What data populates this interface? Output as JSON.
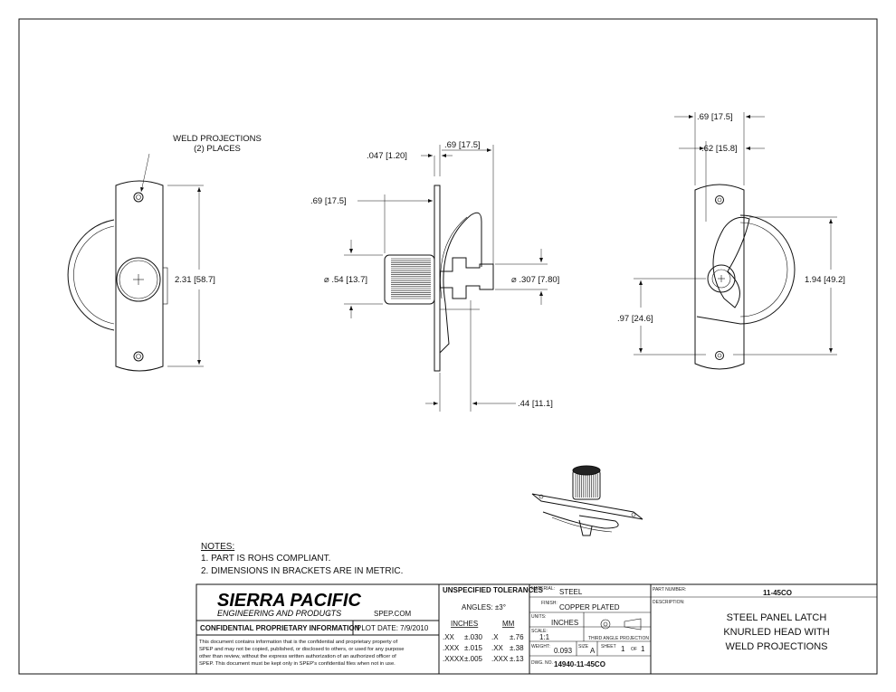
{
  "views": {
    "front": {
      "weld_label_line1": "WELD PROJECTIONS",
      "weld_label_line2": "(2) PLACES",
      "height_dim": "2.31",
      "height_dim_mm": "58.7"
    },
    "side": {
      "flange_thk": ".047",
      "flange_thk_mm": "1.20",
      "top_offset": ".69",
      "top_offset_mm": "17.5",
      "head_len": ".69",
      "head_len_mm": "17.5",
      "head_dia": ".54",
      "head_dia_mm": "13.7",
      "shaft_dia": ".307",
      "shaft_dia_mm": "7.80",
      "shaft_len": ".44",
      "shaft_len_mm": "11.1"
    },
    "rear": {
      "width_outer": ".69",
      "width_outer_mm": "17.5",
      "width_inner": ".62",
      "width_inner_mm": "15.8",
      "height": "1.94",
      "height_mm": "49.2",
      "center_height": ".97",
      "center_height_mm": "24.6"
    }
  },
  "notes": {
    "title": "NOTES:",
    "items": [
      "1.  PART IS ROHS COMPLIANT.",
      "2.  DIMENSIONS IN BRACKETS ARE IN METRIC."
    ]
  },
  "title_block": {
    "company": "SIERRA PACIFIC",
    "company_sub": "ENGINEERING AND PRODUCTS",
    "website": "SPEP.COM",
    "confidential_title": "CONFIDENTIAL PROPRIETARY INFORMATION",
    "plot_date": "PLOT DATE:  7/9/2010",
    "confidential_text": [
      "This document contains information that is the confidential and proprietary property of",
      "SPEP and may not be copied, published, or disclosed to others, or used for any purpose",
      "other than review, without the express written authorization of an authorized officer of",
      "SPEP. This document must be kept only in SPEP's confidential files when not in use."
    ],
    "tolerances_title": "UNSPECIFIED TOLERANCES",
    "angles": "ANGLES: ±3°",
    "inches_header": "INCHES",
    "mm_header": "MM",
    "tolerances": [
      {
        "in_fmt": ".XX",
        "in_val": "±.030",
        "mm_fmt": ".X",
        "mm_val": "±.76"
      },
      {
        "in_fmt": ".XXX",
        "in_val": "±.015",
        "mm_fmt": ".XX",
        "mm_val": "±.38"
      },
      {
        "in_fmt": ".XXXX",
        "in_val": "±.005",
        "mm_fmt": ".XXX",
        "mm_val": "±.13"
      }
    ],
    "material_label": "MATERIAL:",
    "material": "STEEL",
    "finish_label": "FINISH:",
    "finish": "COPPER PLATED",
    "units_label": "UNITS:",
    "units": "INCHES",
    "scale_label": "SCALE:",
    "scale": "1:1",
    "projection_label": "THIRD ANGLE PROJECTION",
    "weight_label": "WEIGHT:",
    "weight": "0.093",
    "size_label": "SIZE",
    "size": "A",
    "sheet_label": "SHEET",
    "sheet": "1",
    "of_label": "OF",
    "sheet_total": "1",
    "dwg_label": "DWG. NO.",
    "dwg_no": "14940-11-45CO",
    "part_number_label": "PART NUMBER:",
    "part_number": "11-45CO",
    "description_label": "DESCRIPTION:",
    "description": [
      "STEEL PANEL LATCH",
      "KNURLED HEAD WITH",
      "WELD PROJECTIONS"
    ]
  }
}
